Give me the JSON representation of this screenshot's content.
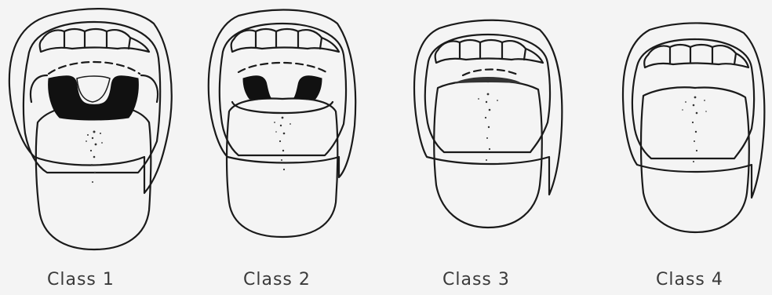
{
  "figure": {
    "panels": [
      {
        "caption": "Class 1",
        "visible_structures": [
          "soft palate",
          "fauces",
          "uvula",
          "pillars"
        ]
      },
      {
        "caption": "Class 2",
        "visible_structures": [
          "soft palate",
          "fauces",
          "uvula"
        ]
      },
      {
        "caption": "Class 3",
        "visible_structures": [
          "soft palate",
          "base of uvula"
        ]
      },
      {
        "caption": "Class 4",
        "visible_structures": [
          "hard palate"
        ]
      }
    ],
    "colors": {
      "background": "#f4f4f4",
      "ink": "#1a1a1a",
      "shadow": "#111111"
    }
  }
}
